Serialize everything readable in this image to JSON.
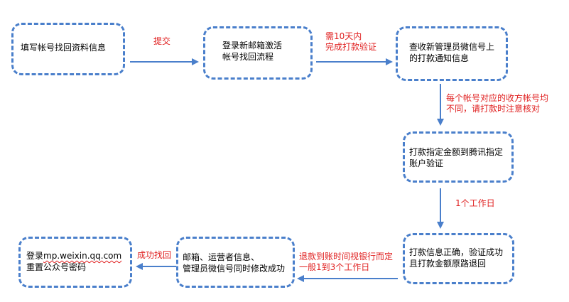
{
  "steps": {
    "fill_info": "填写帐号找回资料信息",
    "activate_line1": "登录新邮箱激活",
    "activate_line2": "帐号找回流程",
    "check_line1": "查收新管理员微信号上",
    "check_line2": "的打款通知信息",
    "transfer_line1": "打款指定金额到腾讯指定",
    "transfer_line2": "账户验证",
    "verified_line1": "打款信息正确，验证成功",
    "verified_line2": "且打款金额原路退回",
    "modify_line1": "邮箱、运营者信息、",
    "modify_line2": "管理员微信号同时修改成功",
    "login_url": "mp.weixin.qq.com",
    "login_prefix": "登录",
    "login_line2": "重置公众号密码"
  },
  "labels": {
    "submit": "提交",
    "within_10_days_line1": "需10天内",
    "within_10_days_line2": "完成打款验证",
    "account_note_line1": "每个帐号对应的收方帐号均",
    "account_note_line2": "不同，请打款时注意核对",
    "one_workday": "1个工作日",
    "refund_line1": "退款到账时间视银行而定",
    "refund_line2": "一般1到3个工作日",
    "recovered": "成功找回"
  },
  "colors": {
    "box_border": "#4a7fcb",
    "arrow": "#4a7fcb",
    "label_text": "#e02020"
  }
}
